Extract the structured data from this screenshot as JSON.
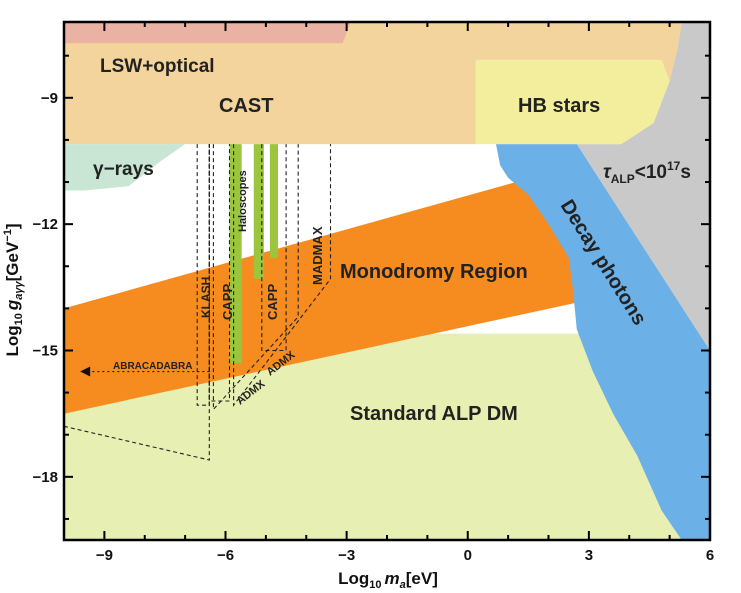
{
  "chart_data": {
    "type": "area",
    "xlabel": "Log₁₀ mₐ[eV]",
    "ylabel": "Log₁₀ gₐγγ[GeV⁻¹]",
    "xlim": [
      -10,
      6
    ],
    "ylim": [
      -19.5,
      -7.2
    ],
    "x_ticks": [
      -9,
      -6,
      -3,
      0,
      3,
      6
    ],
    "y_ticks": [
      -9,
      -12,
      -15,
      -18
    ],
    "grid": false,
    "colors": {
      "standard": "#e8efb2",
      "cast": "#f2d49c",
      "hb": "#f2ee9e",
      "lsw": "#e9b2a2",
      "gamma": "#c8e6d3",
      "gray": "#c9c9c9",
      "decay": "#6bb0e6",
      "mono": "#f68b1f",
      "haloscope": "#9bc53d",
      "dashed": "#222222"
    },
    "regions": [
      {
        "name": "Standard ALP DM",
        "label": "Standard ALP DM",
        "points": [
          [
            -10,
            -14.6
          ],
          [
            4.8,
            -14.6
          ],
          [
            6,
            -15.5
          ],
          [
            6,
            -19.5
          ],
          [
            -10,
            -19.5
          ]
        ]
      },
      {
        "name": "Monodromy Region",
        "label": "Monodromy Region",
        "points": [
          [
            -10,
            -14.0
          ],
          [
            1.2,
            -11.0
          ],
          [
            3.0,
            -11.5
          ],
          [
            3.0,
            -13.8
          ],
          [
            -10,
            -16.5
          ]
        ]
      },
      {
        "name": "Decay photons",
        "label": "Decay photons",
        "points": [
          [
            0.7,
            -10.1
          ],
          [
            2.7,
            -10.1
          ],
          [
            6,
            -15.0
          ],
          [
            6,
            -19.5
          ],
          [
            5.3,
            -19.5
          ],
          [
            4.8,
            -18.8
          ],
          [
            4.2,
            -17.5
          ],
          [
            3.6,
            -16.5
          ],
          [
            3.1,
            -15.5
          ],
          [
            2.7,
            -14.5
          ],
          [
            2.6,
            -13.5
          ],
          [
            2.5,
            -12.8
          ],
          [
            2.0,
            -12.0
          ],
          [
            1.5,
            -11.3
          ],
          [
            1.0,
            -10.9
          ],
          [
            0.8,
            -10.6
          ]
        ]
      },
      {
        "name": "Decay-lifetime bound",
        "label": "τ",
        "points": [
          [
            5.3,
            -7.2
          ],
          [
            6,
            -7.2
          ],
          [
            6,
            -15.0
          ],
          [
            2.7,
            -10.1
          ],
          [
            3.8,
            -10.1
          ],
          [
            4.6,
            -9.6
          ],
          [
            5.0,
            -8.6
          ],
          [
            5.2,
            -7.8
          ]
        ]
      },
      {
        "name": "HB stars",
        "label": "HB stars",
        "points": [
          [
            0.2,
            -8.1
          ],
          [
            4.8,
            -8.1
          ],
          [
            5.0,
            -8.6
          ],
          [
            4.6,
            -9.6
          ],
          [
            3.8,
            -10.1
          ],
          [
            0.2,
            -10.1
          ]
        ]
      },
      {
        "name": "CAST",
        "label": "CAST",
        "points": [
          [
            -10,
            -7.2
          ],
          [
            5.3,
            -7.2
          ],
          [
            5.2,
            -7.8
          ],
          [
            5.0,
            -8.6
          ],
          [
            4.8,
            -8.1
          ],
          [
            0.2,
            -8.1
          ],
          [
            0.2,
            -10.1
          ],
          [
            -10,
            -10.1
          ]
        ]
      },
      {
        "name": "LSW+optical",
        "label": "LSW+optical",
        "points": [
          [
            -10,
            -7.2
          ],
          [
            -2.9,
            -7.2
          ],
          [
            -3.1,
            -7.7
          ],
          [
            -10,
            -7.7
          ]
        ]
      },
      {
        "name": "gamma-rays",
        "label": "γ-rays",
        "points": [
          [
            -10,
            -10.1
          ],
          [
            -7.0,
            -10.1
          ],
          [
            -7.6,
            -10.5
          ],
          [
            -8.4,
            -11.1
          ],
          [
            -9.5,
            -11.2
          ],
          [
            -10,
            -11.2
          ]
        ]
      }
    ],
    "haloscopes": {
      "label": "Haloscopes",
      "bands": [
        {
          "x": [
            -5.9,
            -5.6
          ],
          "bottom": -15.3
        },
        {
          "x": [
            -5.3,
            -5.05
          ],
          "bottom": -13.3
        },
        {
          "x": [
            -4.9,
            -4.7
          ],
          "bottom": -12.8
        }
      ]
    },
    "experiments": [
      {
        "name": "KLASH",
        "label": "KLASH",
        "points": [
          [
            -6.7,
            -10.1
          ],
          [
            -6.7,
            -16.3
          ],
          [
            -6.4,
            -16.3
          ],
          [
            -6.4,
            -10.1
          ]
        ]
      },
      {
        "name": "CAPP",
        "label": "CAPP",
        "points": [
          [
            -6.4,
            -10.1
          ],
          [
            -6.4,
            -16.2
          ],
          [
            -5.9,
            -16.2
          ],
          [
            -5.9,
            -10.1
          ]
        ]
      },
      {
        "name": "CAPP",
        "label": "CAPP",
        "points": [
          [
            -5.1,
            -10.1
          ],
          [
            -5.1,
            -15.0
          ],
          [
            -4.5,
            -15.0
          ],
          [
            -4.5,
            -10.1
          ]
        ]
      },
      {
        "name": "ADMX",
        "label": "ADMX",
        "points": [
          [
            -6.3,
            -10.1
          ],
          [
            -6.3,
            -16.4
          ],
          [
            -4.2,
            -14.2
          ],
          [
            -4.2,
            -10.1
          ]
        ]
      },
      {
        "name": "MADMAX",
        "label": "MADMAX",
        "points": [
          [
            -5.8,
            -10.1
          ],
          [
            -5.8,
            -16.3
          ],
          [
            -3.4,
            -13.3
          ],
          [
            -3.4,
            -10.1
          ]
        ]
      },
      {
        "name": "ABRACADABRA",
        "label": "ABRACADABRA",
        "points": [
          [
            -10,
            -16.8
          ],
          [
            -6.4,
            -17.6
          ],
          [
            -6.4,
            -10.1
          ]
        ],
        "arrow_at": -9.6,
        "arrow_y": -15.5
      }
    ],
    "labels": {
      "lsw": "LSW+optical",
      "cast": "CAST",
      "hb": "HB stars",
      "gamma": "γ−rays",
      "tau_prefix": "τ",
      "tau_sub": "ALP",
      "tau_mid": "<10",
      "tau_exp": "17",
      "tau_unit": "s",
      "haloscopes": "Haloscopes",
      "klash": "KLASH",
      "capp1": "CAPP",
      "capp2": "CAPP",
      "madmax": "MADMAX",
      "admx1": "ADMX",
      "admx2": "ADMX",
      "abra": "ABRACADABRA",
      "monodromy": "Monodromy Region",
      "decay": "Decay photons",
      "standard": "Standard ALP DM"
    },
    "axis_text": {
      "x_main": "Log",
      "x_sub": "10",
      "x_var": "m",
      "x_var_sub": "a",
      "x_unit": "[eV]",
      "y_main": "Log",
      "y_sub": "10",
      "y_var": "g",
      "y_var_sub": "aγγ",
      "y_unit": "[GeV",
      "y_unit_exp": "−1",
      "y_unit_close": "]"
    }
  }
}
